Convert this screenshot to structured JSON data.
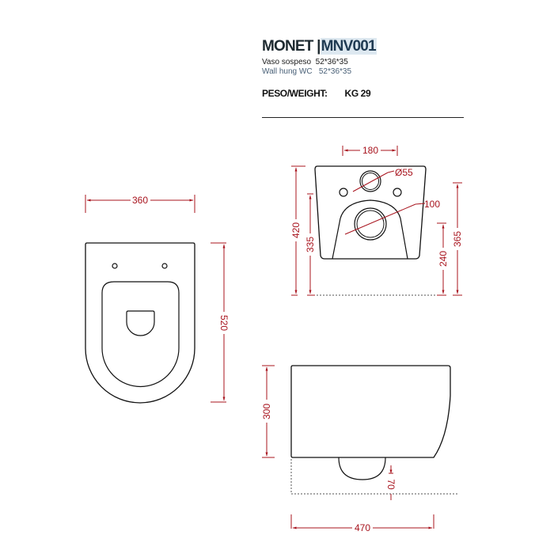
{
  "header": {
    "model_name": "MONET",
    "separator": "|",
    "model_code": "MNV001",
    "description_it": "Vaso sospeso  52*36*35",
    "description_en": "Wall hung WC   52*36*35",
    "weight_label": "PESO/WEIGHT:",
    "weight_value": "KG 29"
  },
  "colors": {
    "dimension_red": "#a8141e",
    "outline_black": "#111111",
    "title_text": "#1e2a30",
    "code_highlight": "#dde8f0"
  },
  "top_view": {
    "width_dim": "360",
    "length_dim": "520"
  },
  "front_view": {
    "hole_spacing_dim": "180",
    "inlet_diameter_dim": "Ø55",
    "outlet_diameter_dim": "100",
    "total_height_dim": "420",
    "outlet_height_dim": "335",
    "lower_hole_height_dim": "240",
    "inlet_height_dim": "365"
  },
  "side_view": {
    "body_height_dim": "300",
    "outlet_offset_dim": "70",
    "depth_dim": "470"
  }
}
